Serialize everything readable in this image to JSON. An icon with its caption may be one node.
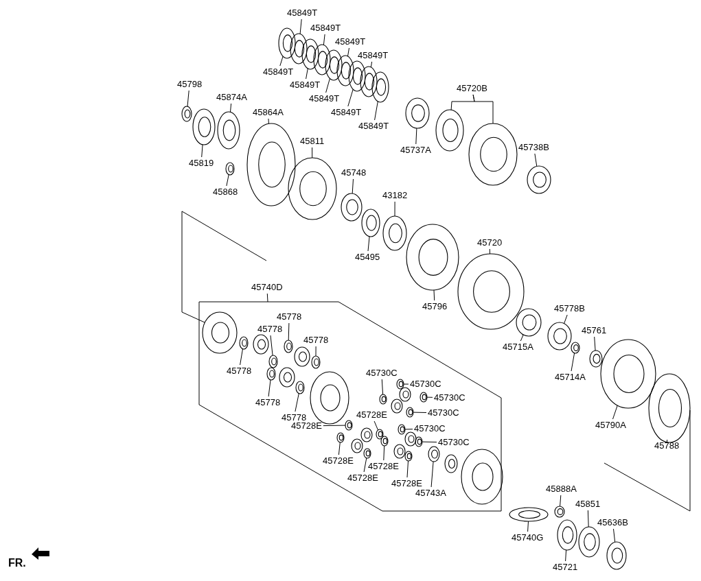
{
  "diagram": {
    "nodes": [
      {
        "text": [
          "45849T"
        ]
      },
      {
        "text": [
          "45849T"
        ]
      },
      {
        "text": [
          "45849T"
        ]
      },
      {
        "text": [
          "45849T"
        ]
      },
      {
        "text": [
          "45849T"
        ]
      },
      {
        "text": [
          "45849T"
        ]
      },
      {
        "text": [
          "45849T"
        ]
      },
      {
        "text": [
          "45849T"
        ]
      },
      {
        "text": [
          "45849T"
        ]
      },
      {
        "text": [
          "45798"
        ]
      },
      {
        "text": [
          "45874A"
        ]
      },
      {
        "text": [
          "45864A"
        ]
      },
      {
        "text": [
          "45819"
        ]
      },
      {
        "text": [
          "45868"
        ]
      },
      {
        "text": [
          "45811"
        ]
      },
      {
        "text": [
          "45748"
        ]
      },
      {
        "text": [
          "43182"
        ]
      },
      {
        "text": [
          "45495"
        ]
      },
      {
        "text": [
          "45737A"
        ]
      },
      {
        "text": [
          "45720B"
        ]
      },
      {
        "text": [
          "45738B"
        ]
      },
      {
        "text": [
          "45720"
        ]
      },
      {
        "text": [
          "45796"
        ]
      },
      {
        "text": [
          "45778B"
        ]
      },
      {
        "text": [
          "45761"
        ]
      },
      {
        "text": [
          "45715A"
        ]
      },
      {
        "text": [
          "45714A"
        ]
      },
      {
        "text": [
          "45790A"
        ]
      },
      {
        "text": [
          "45788"
        ]
      },
      {
        "text": [
          "45740D"
        ]
      },
      {
        "text": [
          "45778"
        ]
      },
      {
        "text": [
          "45778"
        ]
      },
      {
        "text": [
          "45778"
        ]
      },
      {
        "text": [
          "45778"
        ]
      },
      {
        "text": [
          "45778"
        ]
      },
      {
        "text": [
          "45778"
        ]
      },
      {
        "text": [
          "45730C"
        ]
      },
      {
        "text": [
          "45730C"
        ]
      },
      {
        "text": [
          "45730C"
        ]
      },
      {
        "text": [
          "45730C"
        ]
      },
      {
        "text": [
          "45730C"
        ]
      },
      {
        "text": [
          "45730C"
        ]
      },
      {
        "text": [
          "45728E"
        ]
      },
      {
        "text": [
          "45728E"
        ]
      },
      {
        "text": [
          "45728E"
        ]
      },
      {
        "text": [
          "45728E"
        ]
      },
      {
        "text": [
          "45728E"
        ]
      },
      {
        "text": [
          "45728E"
        ]
      },
      {
        "text": [
          "45743A"
        ]
      },
      {
        "text": [
          "45888A"
        ]
      },
      {
        "text": [
          "45851"
        ]
      },
      {
        "text": [
          "45636B"
        ]
      },
      {
        "text": [
          "45740G"
        ]
      },
      {
        "text": [
          "45721"
        ]
      },
      {
        "text": [],
        "shape": "picture"
      },
      {
        "text": [],
        "shape": "picture"
      },
      {
        "text": [],
        "shape": "picture"
      },
      {
        "text": [],
        "shape": "picture"
      },
      {
        "text": [],
        "shape": "picture"
      },
      {
        "text": [],
        "shape": "picture"
      },
      {
        "text": [],
        "shape": "picture"
      },
      {
        "text": [],
        "shape": "picture"
      },
      {
        "text": [],
        "shape": "picture"
      },
      {
        "text": [],
        "shape": "picture"
      },
      {
        "text": [],
        "shape": "picture"
      },
      {
        "text": [],
        "shape": "picture"
      },
      {
        "text": [],
        "shape": "picture"
      },
      {
        "text": [],
        "shape": "picture"
      },
      {
        "text": [],
        "shape": "picture"
      },
      {
        "text": [],
        "shape": "picture"
      },
      {
        "text": [],
        "shape": "picture"
      },
      {
        "text": [],
        "shape": "picture"
      },
      {
        "text": [],
        "shape": "picture"
      },
      {
        "text": [],
        "shape": "picture"
      },
      {
        "text": [],
        "shape": "picture"
      },
      {
        "text": [],
        "shape": "picture"
      },
      {
        "text": [],
        "shape": "picture"
      },
      {
        "text": [],
        "shape": "picture"
      },
      {
        "text": [],
        "shape": "picture"
      },
      {
        "text": [],
        "shape": "picture"
      },
      {
        "text": [],
        "shape": "picture"
      },
      {
        "text": [],
        "shape": "picture"
      },
      {
        "text": [],
        "shape": "picture"
      },
      {
        "text": [],
        "shape": "picture"
      },
      {
        "text": [],
        "shape": "picture"
      },
      {
        "text": [],
        "shape": "picture"
      },
      {
        "text": [],
        "shape": "picture"
      },
      {
        "text": [],
        "shape": "picture"
      },
      {
        "text": [],
        "shape": "picture"
      },
      {
        "text": [],
        "shape": "picture"
      },
      {
        "text": [],
        "shape": "picture"
      },
      {
        "text": [],
        "shape": "picture"
      },
      {
        "text": [],
        "shape": "picture"
      },
      {
        "text": [],
        "shape": "picture"
      },
      {
        "text": [],
        "shape": "picture"
      },
      {
        "text": [],
        "shape": "picture"
      },
      {
        "text": [],
        "shape": "picture"
      },
      {
        "text": [],
        "shape": "picture"
      },
      {
        "text": [],
        "shape": "picture"
      },
      {
        "text": [],
        "shape": "picture"
      },
      {
        "text": [],
        "shape": "picture"
      },
      {
        "text": [],
        "shape": "picture"
      },
      {
        "text": [],
        "shape": "picture"
      },
      {
        "text": [],
        "shape": "picture"
      },
      {
        "text": [],
        "shape": "picture"
      },
      {
        "text": [],
        "shape": "picture"
      },
      {
        "text": [],
        "shape": "picture"
      },
      {
        "text": [],
        "shape": "picture"
      }
    ],
    "edges": [
      {
        "from": 0,
        "to": 54,
        "arrow": "none"
      },
      {
        "from": 1,
        "to": 55,
        "arrow": "none"
      },
      {
        "from": 2,
        "to": 56,
        "arrow": "none"
      },
      {
        "from": 3,
        "to": 57,
        "arrow": "none"
      },
      {
        "from": 4,
        "to": 58,
        "arrow": "none"
      },
      {
        "from": 5,
        "to": 59,
        "arrow": "none"
      },
      {
        "from": 6,
        "to": 60,
        "arrow": "none"
      },
      {
        "from": 7,
        "to": 61,
        "arrow": "none"
      },
      {
        "from": 8,
        "to": 62,
        "arrow": "none"
      },
      {
        "from": 9,
        "to": 63,
        "arrow": "none"
      },
      {
        "from": 10,
        "to": 64,
        "arrow": "none"
      },
      {
        "from": 11,
        "to": 65,
        "arrow": "none"
      },
      {
        "from": 12,
        "to": 66,
        "arrow": "none"
      },
      {
        "from": 13,
        "to": 67,
        "arrow": "none"
      },
      {
        "from": 14,
        "to": 68,
        "arrow": "none"
      },
      {
        "from": 15,
        "to": 69,
        "arrow": "none"
      },
      {
        "from": 16,
        "to": 70,
        "arrow": "none"
      },
      {
        "from": 17,
        "to": 71,
        "arrow": "none"
      },
      {
        "from": 18,
        "to": 72,
        "arrow": "none"
      },
      {
        "from": 19,
        "to": 73,
        "arrow": "none"
      },
      {
        "from": 19,
        "to": 74,
        "arrow": "none"
      },
      {
        "from": 20,
        "to": 75,
        "arrow": "none"
      },
      {
        "from": 21,
        "to": 76,
        "arrow": "none"
      },
      {
        "from": 22,
        "to": 77,
        "arrow": "none"
      },
      {
        "from": 23,
        "to": 78,
        "arrow": "none"
      },
      {
        "from": 24,
        "to": 79,
        "arrow": "none"
      },
      {
        "from": 25,
        "to": 80,
        "arrow": "none"
      },
      {
        "from": 26,
        "to": 81,
        "arrow": "none"
      },
      {
        "from": 27,
        "to": 82,
        "arrow": "none"
      },
      {
        "from": 28,
        "to": 83,
        "arrow": "none"
      },
      {
        "from": 29,
        "to": null,
        "arrow": "none"
      },
      {
        "from": 30,
        "to": 84,
        "arrow": "none"
      },
      {
        "from": 31,
        "to": 85,
        "arrow": "none"
      },
      {
        "from": 32,
        "to": 86,
        "arrow": "none"
      },
      {
        "from": 33,
        "to": 87,
        "arrow": "none"
      },
      {
        "from": 34,
        "to": 88,
        "arrow": "none"
      },
      {
        "from": 35,
        "to": 89,
        "arrow": "none"
      },
      {
        "from": 36,
        "to": 90,
        "arrow": "none"
      },
      {
        "from": 37,
        "to": 91,
        "arrow": "none"
      },
      {
        "from": 38,
        "to": 92,
        "arrow": "none"
      },
      {
        "from": 39,
        "to": 93,
        "arrow": "none"
      },
      {
        "from": 40,
        "to": 94,
        "arrow": "none"
      },
      {
        "from": 41,
        "to": 95,
        "arrow": "none"
      },
      {
        "from": 42,
        "to": 96,
        "arrow": "none"
      },
      {
        "from": 43,
        "to": 97,
        "arrow": "none"
      },
      {
        "from": 44,
        "to": 98,
        "arrow": "none"
      },
      {
        "from": 45,
        "to": 99,
        "arrow": "none"
      },
      {
        "from": 46,
        "to": 100,
        "arrow": "none"
      },
      {
        "from": 47,
        "to": 101,
        "arrow": "none"
      },
      {
        "from": 48,
        "to": 102,
        "arrow": "none"
      },
      {
        "from": 49,
        "to": 103,
        "arrow": "none"
      },
      {
        "from": 50,
        "to": 104,
        "arrow": "none"
      },
      {
        "from": 51,
        "to": 105,
        "arrow": "none"
      },
      {
        "from": 52,
        "to": 106,
        "arrow": "none"
      },
      {
        "from": 53,
        "to": 107,
        "arrow": "none"
      }
    ],
    "labels": [
      "FR."
    ]
  }
}
